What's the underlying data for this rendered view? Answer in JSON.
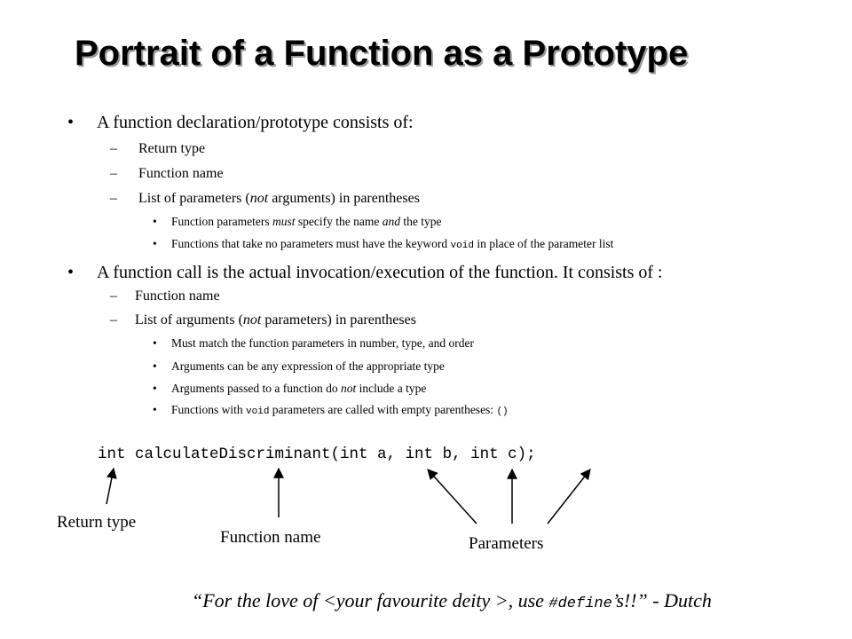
{
  "title": "Portrait of a Function as a Prototype",
  "bullets": {
    "b1": "A function declaration/prototype consists of:",
    "b1_sub1": "Return type",
    "b1_sub2": "Function name",
    "b1_sub3_pre": "List of parameters (",
    "b1_sub3_em": "not",
    "b1_sub3_post": " arguments) in parentheses",
    "b1_sub3_a_pre": "Function parameters ",
    "b1_sub3_a_em1": "must",
    "b1_sub3_a_mid": " specify the name ",
    "b1_sub3_a_em2": "and",
    "b1_sub3_a_post": " the type",
    "b1_sub3_b_pre": "Functions that take no parameters must have the keyword ",
    "b1_sub3_b_code": "void",
    "b1_sub3_b_post": " in place of the parameter list",
    "b2": "A function call is the actual invocation/execution of the function.  It consists of :",
    "b2_sub1": "Function name",
    "b2_sub2_pre": "List of arguments (",
    "b2_sub2_em": "not",
    "b2_sub2_post": " parameters) in parentheses",
    "b2_sub2_a": "Must match the function parameters in number, type, and order",
    "b2_sub2_b": "Arguments can be any expression of the appropriate type",
    "b2_sub2_c_pre": "Arguments passed to a function do ",
    "b2_sub2_c_em": "not",
    "b2_sub2_c_post": " include a type",
    "b2_sub2_d_pre": "Functions with ",
    "b2_sub2_d_code": "void",
    "b2_sub2_d_mid": " parameters are called with empty parentheses: ",
    "b2_sub2_d_code2": "()"
  },
  "symbols": {
    "bullet": "•",
    "dash": "–"
  },
  "prototype": "int calculateDiscriminant(int a, int b, int c);",
  "labels": {
    "return_type": "Return type",
    "function_name": "Function name",
    "parameters": "Parameters"
  },
  "quote": {
    "pre": "“For the love of <your favourite deity >, use ",
    "code": "#define",
    "post": "’s!!”  - Dutch"
  }
}
